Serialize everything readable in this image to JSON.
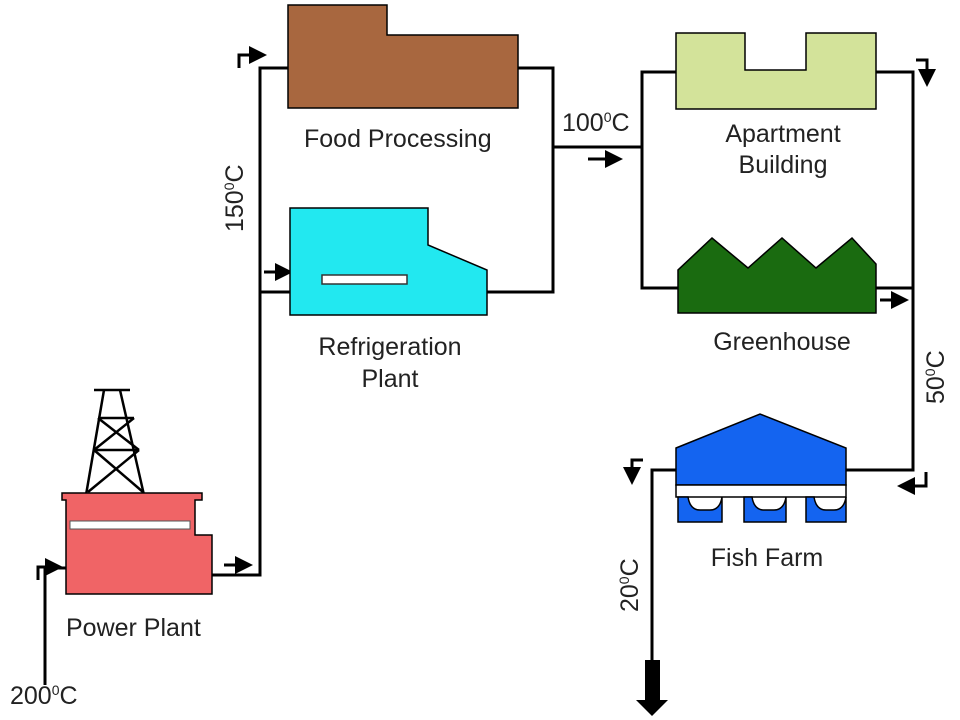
{
  "facilities": {
    "power_plant": "Power Plant",
    "food_processing": "Food Processing",
    "refrigeration_line1": "Refrigeration",
    "refrigeration_line2": "Plant",
    "apartment_line1": "Apartment",
    "apartment_line2": "Building",
    "greenhouse": "Greenhouse",
    "fish_farm": "Fish Farm"
  },
  "temperatures": {
    "t200": "200",
    "t150": "150",
    "t100": "100",
    "t50": "50",
    "t20": "20",
    "degree_mark": "0",
    "unit": "C"
  },
  "colors": {
    "power_plant": "#f06466",
    "food_processing": "#a8673f",
    "refrigeration": "#22e8f0",
    "apartment": "#d3e39a",
    "greenhouse": "#1a6b10",
    "fish_farm": "#1464f0"
  }
}
